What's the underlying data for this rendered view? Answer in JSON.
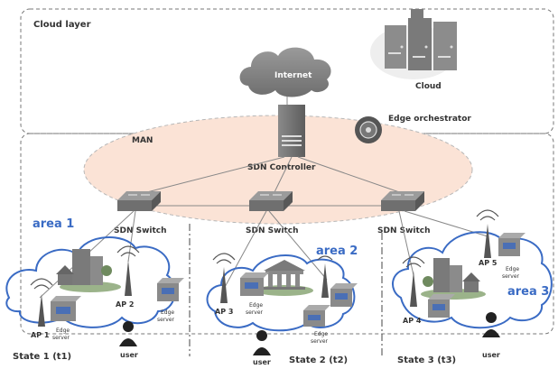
{
  "labels": {
    "cloud_layer": "Cloud layer",
    "internet": "Internet",
    "cloud": "Cloud",
    "edge_orchestrator": "Edge orchestrator",
    "man": "MAN",
    "sdn_controller": "SDN Controller",
    "sdn_switch_1": "SDN Switch",
    "sdn_switch_2": "SDN Switch",
    "sdn_switch_3": "SDN Switch",
    "area_1": "area 1",
    "area_2": "area 2",
    "area_3": "area 3",
    "ap1": "AP 1",
    "ap2": "AP 2",
    "ap3": "AP 3",
    "ap4": "AP 4",
    "ap5": "AP 5",
    "edge_server": "Edge",
    "edge_server_2": "server",
    "user": "user",
    "state1": "State 1 (t1)",
    "state2": "State 2 (t2)",
    "state3": "State 3 (t3)"
  },
  "colors": {
    "area_blue": "#3a6bc4",
    "man_fill": "#fbe3d6",
    "text": "#333333"
  }
}
